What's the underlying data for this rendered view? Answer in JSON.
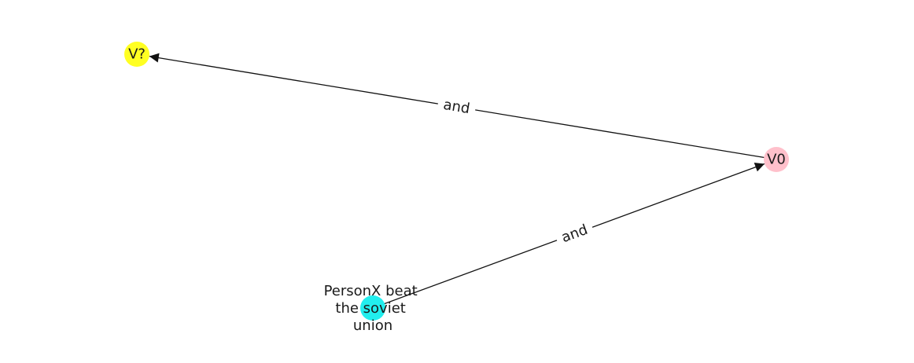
{
  "graph": {
    "nodes": [
      {
        "id": "n_vq",
        "label": "V?",
        "color": "#ffff22"
      },
      {
        "id": "n_v0",
        "label": "V0",
        "color": "#ffc0cb"
      },
      {
        "id": "n_px",
        "label_lines": [
          "PersonX beat",
          "the soviet",
          "union"
        ],
        "color": "#22eeee"
      }
    ],
    "edges": [
      {
        "id": "e_v0_vq",
        "from": "n_v0",
        "to": "n_vq",
        "label": "and"
      },
      {
        "id": "e_px_v0",
        "from": "n_px",
        "to": "n_v0",
        "label": "and"
      }
    ],
    "edge_color": "#111111"
  }
}
